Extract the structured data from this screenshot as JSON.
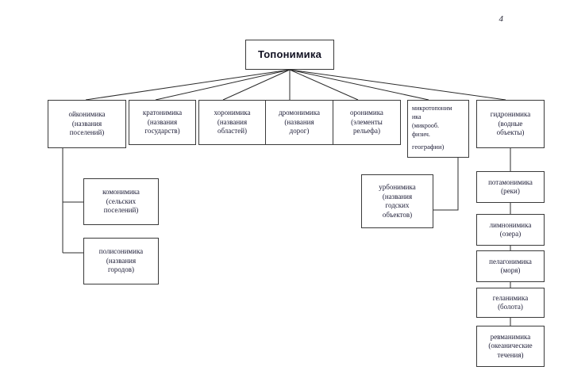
{
  "document": {
    "page_number": "4",
    "title": "Топонимика",
    "type": "hierarchy-diagram"
  },
  "root": {
    "id": "toponimika",
    "label": "Топонимика",
    "lines": [
      "Топонимика"
    ]
  },
  "level1": [
    {
      "id": "oykonimika",
      "lines": [
        "ойконимика",
        "(названия",
        "поселений)"
      ]
    },
    {
      "id": "kratonimika",
      "lines": [
        "кратонимика",
        "(названия",
        "государств)"
      ]
    },
    {
      "id": "horonimika",
      "lines": [
        "хоронимика",
        "(названия",
        "областей)"
      ]
    },
    {
      "id": "dromonimika",
      "lines": [
        "дромонимика",
        "(названия",
        "дорог)"
      ]
    },
    {
      "id": "oronimika",
      "lines": [
        "оронимика",
        "(элементы",
        "рельефа)"
      ]
    },
    {
      "id": "mikrotoponimika",
      "lines": [
        "микротопоним",
        "ика",
        "(микрооб.",
        "физич.",
        "географии)"
      ]
    },
    {
      "id": "gidronimika",
      "lines": [
        "гидронимика",
        "(водные",
        "объекты)"
      ]
    }
  ],
  "oykonimika_children": [
    {
      "id": "komonimika",
      "lines": [
        "комонимика",
        "(сельских",
        "поселений)"
      ]
    },
    {
      "id": "polisonimika",
      "lines": [
        "полисонимика",
        "(названия",
        "городов)"
      ]
    }
  ],
  "mikrotoponimika_children": [
    {
      "id": "urbonimika",
      "lines": [
        "урбонимика",
        "(названия",
        "годских",
        "объектов)"
      ]
    }
  ],
  "gidronimika_chain": [
    {
      "id": "potamonimika",
      "lines": [
        "потамонимика",
        "(реки)"
      ]
    },
    {
      "id": "limnonimika",
      "lines": [
        "лимнонимика",
        "(озера)"
      ]
    },
    {
      "id": "pelagonimika",
      "lines": [
        "пелагонимика",
        "(моря)"
      ]
    },
    {
      "id": "gelanimika",
      "lines": [
        "геланимика",
        "(болота)"
      ]
    },
    {
      "id": "revmanimika",
      "lines": [
        "ревманимика",
        "(океанические",
        "течения)"
      ]
    }
  ],
  "colors": {
    "box_border": "#3a3a3a",
    "connector": "#2b2b2b",
    "text": "#1b1b35",
    "background": "#ffffff"
  }
}
